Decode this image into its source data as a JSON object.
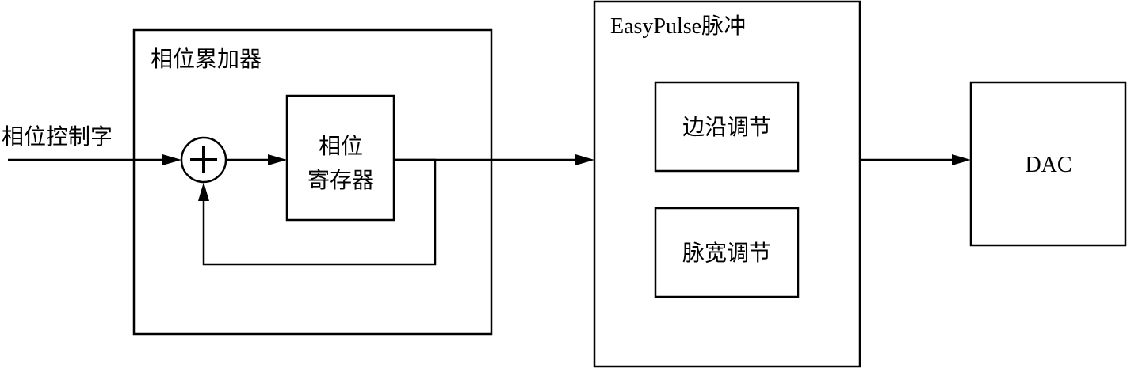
{
  "input": {
    "label": "相位控制字"
  },
  "accumulator": {
    "title": "相位累加器",
    "adder_symbol": "+",
    "register": {
      "line1": "相位",
      "line2": "寄存器"
    }
  },
  "easypulse": {
    "title": "EasyPulse脉冲",
    "edge_block": "边沿调节",
    "width_block": "脉宽调节"
  },
  "dac": {
    "label": "DAC"
  }
}
